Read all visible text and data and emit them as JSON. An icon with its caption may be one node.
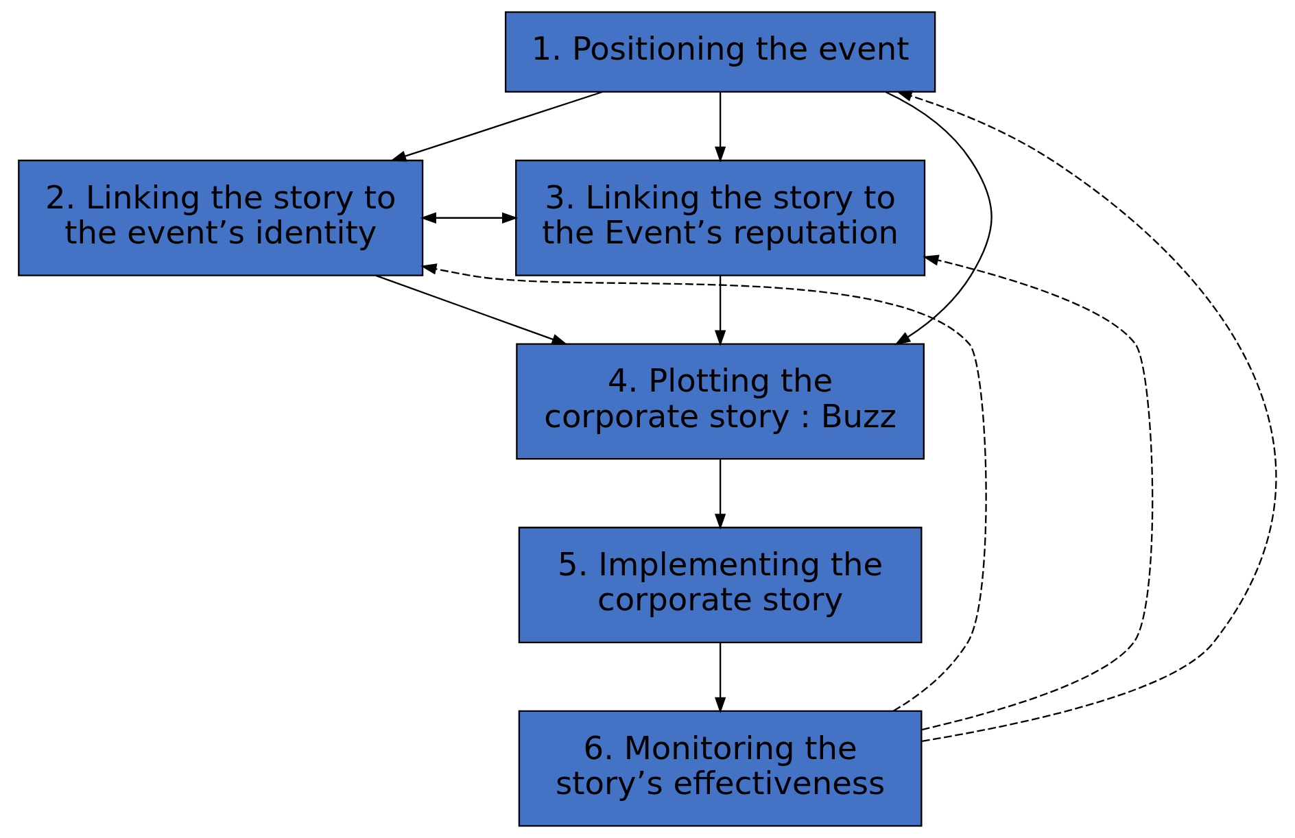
{
  "diagram": {
    "nodes": [
      {
        "text": [
          "1. Positioning the event"
        ]
      },
      {
        "text": [
          "2. Linking the story to the event’s identity"
        ]
      },
      {
        "text": [
          "3. Linking the story to the Event’s reputation"
        ]
      },
      {
        "text": [
          "4. Plotting the corporate story : Buzz"
        ]
      },
      {
        "text": [
          "5. Implementing the corporate story"
        ]
      },
      {
        "text": [
          "6. Monitoring the story’s effectiveness"
        ]
      }
    ],
    "edges": [
      {
        "from": 0,
        "to": 1,
        "arrow": "to"
      },
      {
        "from": 0,
        "to": 3,
        "arrow": "to"
      },
      {
        "from": 0,
        "to": 2,
        "arrow": "to"
      },
      {
        "from": 1,
        "to": 2,
        "arrow": "both"
      },
      {
        "from": 1,
        "to": 3,
        "arrow": "to"
      },
      {
        "from": 2,
        "to": 3,
        "arrow": "to"
      },
      {
        "from": 3,
        "to": 4,
        "arrow": "to"
      },
      {
        "from": 4,
        "to": 5,
        "arrow": "to"
      },
      {
        "from": 5,
        "to": 1,
        "arrow": "to",
        "style": "dashed"
      },
      {
        "from": 5,
        "to": 2,
        "arrow": "to",
        "style": "dashed"
      },
      {
        "from": 5,
        "to": 0,
        "arrow": "to",
        "style": "dashed"
      }
    ]
  }
}
